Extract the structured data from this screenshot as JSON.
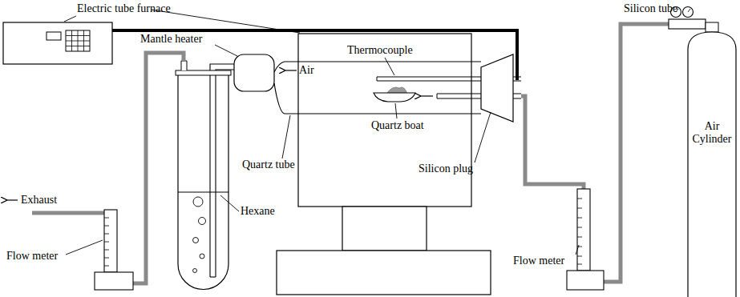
{
  "diagram": {
    "nodes": [
      {
        "text": [
          "Air Cylinder"
        ]
      }
    ],
    "labels": [
      "Electric tube furnace",
      "Mantle heater",
      "Air",
      "Thermocouple",
      "Quartz boat",
      "Quartz tube",
      "Silicon plug",
      "Hexane",
      "Exhaust",
      "Flow meter",
      "Flow meter",
      "Silicon tube"
    ]
  }
}
